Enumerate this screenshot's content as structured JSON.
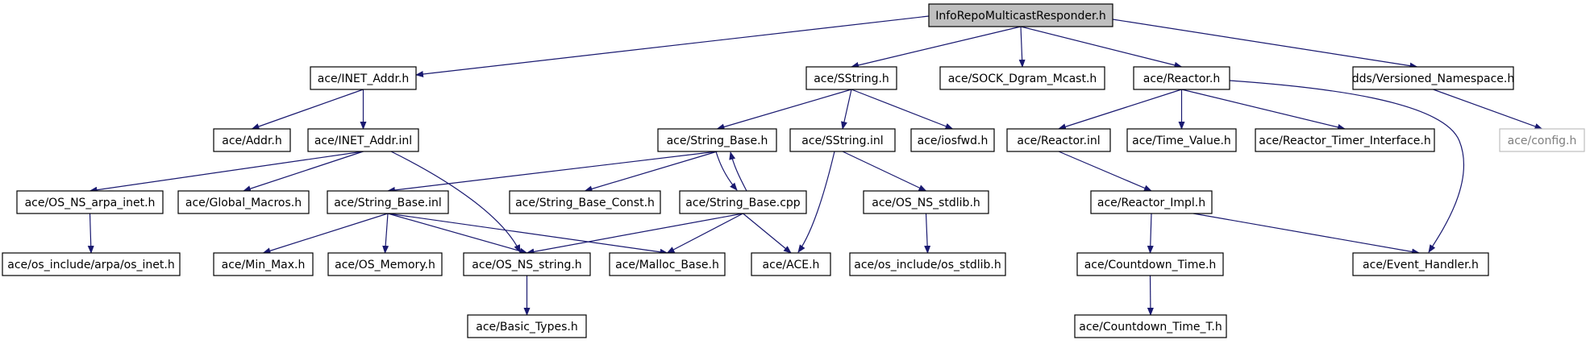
{
  "diagram": {
    "colors": {
      "edge": "#191970",
      "node_border": "#000000",
      "node_fill": "#ffffff",
      "root_fill": "#bfbfbf",
      "muted_border": "#bfbfbf",
      "muted_text": "#7f7f7f"
    },
    "nodes": [
      {
        "id": "root",
        "label": "InfoRepoMulticastResponder.h",
        "style": "root"
      },
      {
        "id": "inet_addr_h",
        "label": "ace/INET_Addr.h"
      },
      {
        "id": "sstring_h",
        "label": "ace/SString.h"
      },
      {
        "id": "sock_dgram",
        "label": "ace/SOCK_Dgram_Mcast.h"
      },
      {
        "id": "reactor_h",
        "label": "ace/Reactor.h"
      },
      {
        "id": "versioned_ns",
        "label": "dds/Versioned_Namespace.h"
      },
      {
        "id": "addr_h",
        "label": "ace/Addr.h"
      },
      {
        "id": "inet_addr_inl",
        "label": "ace/INET_Addr.inl"
      },
      {
        "id": "string_base_h",
        "label": "ace/String_Base.h"
      },
      {
        "id": "sstring_inl",
        "label": "ace/SString.inl"
      },
      {
        "id": "iosfwd",
        "label": "ace/iosfwd.h"
      },
      {
        "id": "reactor_inl",
        "label": "ace/Reactor.inl"
      },
      {
        "id": "time_value",
        "label": "ace/Time_Value.h"
      },
      {
        "id": "reactor_timer",
        "label": "ace/Reactor_Timer_Interface.h"
      },
      {
        "id": "config_h",
        "label": "ace/config.h",
        "style": "muted"
      },
      {
        "id": "os_ns_arpa",
        "label": "ace/OS_NS_arpa_inet.h"
      },
      {
        "id": "global_macros",
        "label": "ace/Global_Macros.h"
      },
      {
        "id": "string_base_inl",
        "label": "ace/String_Base.inl"
      },
      {
        "id": "string_base_const",
        "label": "ace/String_Base_Const.h"
      },
      {
        "id": "string_base_cpp",
        "label": "ace/String_Base.cpp"
      },
      {
        "id": "os_ns_stdlib",
        "label": "ace/OS_NS_stdlib.h"
      },
      {
        "id": "reactor_impl",
        "label": "ace/Reactor_Impl.h"
      },
      {
        "id": "os_inet",
        "label": "ace/os_include/arpa/os_inet.h"
      },
      {
        "id": "min_max",
        "label": "ace/Min_Max.h"
      },
      {
        "id": "os_memory",
        "label": "ace/OS_Memory.h"
      },
      {
        "id": "os_ns_string",
        "label": "ace/OS_NS_string.h"
      },
      {
        "id": "malloc_base",
        "label": "ace/Malloc_Base.h"
      },
      {
        "id": "ace_h",
        "label": "ace/ACE.h"
      },
      {
        "id": "os_stdlib",
        "label": "ace/os_include/os_stdlib.h"
      },
      {
        "id": "countdown_time",
        "label": "ace/Countdown_Time.h"
      },
      {
        "id": "event_handler",
        "label": "ace/Event_Handler.h"
      },
      {
        "id": "basic_types",
        "label": "ace/Basic_Types.h"
      },
      {
        "id": "countdown_time_t",
        "label": "ace/Countdown_Time_T.h"
      }
    ],
    "edges": [
      {
        "from": "root",
        "to": "inet_addr_h"
      },
      {
        "from": "root",
        "to": "sstring_h"
      },
      {
        "from": "root",
        "to": "sock_dgram"
      },
      {
        "from": "root",
        "to": "reactor_h"
      },
      {
        "from": "root",
        "to": "versioned_ns"
      },
      {
        "from": "inet_addr_h",
        "to": "addr_h"
      },
      {
        "from": "inet_addr_h",
        "to": "inet_addr_inl"
      },
      {
        "from": "inet_addr_inl",
        "to": "os_ns_arpa"
      },
      {
        "from": "inet_addr_inl",
        "to": "global_macros"
      },
      {
        "from": "inet_addr_inl",
        "to": "os_ns_string"
      },
      {
        "from": "os_ns_arpa",
        "to": "os_inet"
      },
      {
        "from": "sstring_h",
        "to": "string_base_h"
      },
      {
        "from": "sstring_h",
        "to": "sstring_inl"
      },
      {
        "from": "sstring_h",
        "to": "iosfwd"
      },
      {
        "from": "string_base_h",
        "to": "string_base_inl"
      },
      {
        "from": "string_base_h",
        "to": "string_base_const"
      },
      {
        "from": "string_base_h",
        "to": "string_base_cpp"
      },
      {
        "from": "string_base_cpp",
        "to": "string_base_h"
      },
      {
        "from": "string_base_inl",
        "to": "min_max"
      },
      {
        "from": "string_base_inl",
        "to": "os_memory"
      },
      {
        "from": "string_base_inl",
        "to": "os_ns_string"
      },
      {
        "from": "string_base_inl",
        "to": "malloc_base"
      },
      {
        "from": "string_base_cpp",
        "to": "os_ns_string"
      },
      {
        "from": "string_base_cpp",
        "to": "malloc_base"
      },
      {
        "from": "string_base_cpp",
        "to": "ace_h"
      },
      {
        "from": "sstring_inl",
        "to": "ace_h"
      },
      {
        "from": "sstring_inl",
        "to": "os_ns_stdlib"
      },
      {
        "from": "os_ns_stdlib",
        "to": "os_stdlib"
      },
      {
        "from": "os_ns_string",
        "to": "basic_types"
      },
      {
        "from": "reactor_h",
        "to": "reactor_inl"
      },
      {
        "from": "reactor_h",
        "to": "time_value"
      },
      {
        "from": "reactor_h",
        "to": "reactor_timer"
      },
      {
        "from": "reactor_h",
        "to": "event_handler"
      },
      {
        "from": "reactor_inl",
        "to": "reactor_impl"
      },
      {
        "from": "reactor_impl",
        "to": "countdown_time"
      },
      {
        "from": "reactor_impl",
        "to": "event_handler"
      },
      {
        "from": "countdown_time",
        "to": "countdown_time_t"
      },
      {
        "from": "versioned_ns",
        "to": "config_h"
      }
    ]
  }
}
